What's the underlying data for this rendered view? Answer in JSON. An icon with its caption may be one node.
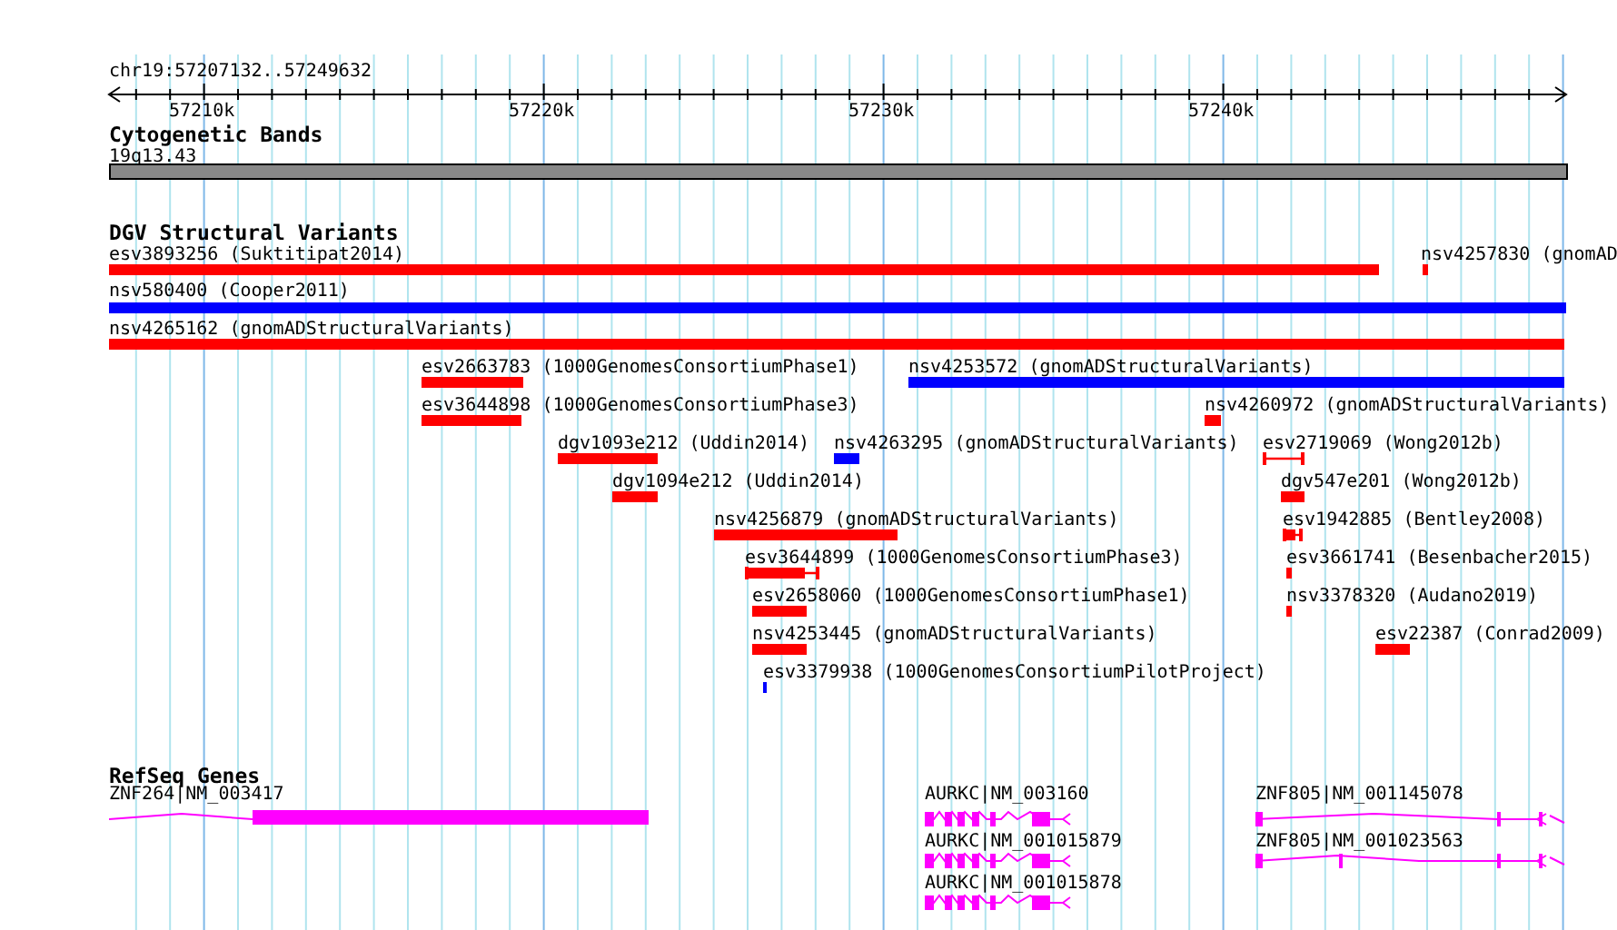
{
  "diagram": {
    "nodes": [
      {
        "text": [
          "19q13.43"
        ]
      },
      {
        "text": [
          "esv3893256 (Suktitipat2014)"
        ]
      },
      {
        "text": [
          "nsv4257830 (gnomAD"
        ]
      },
      {
        "text": [
          "nsv580400 (Cooper2011)"
        ]
      },
      {
        "text": [
          "nsv4265162 (gnomADStructuralVariants)"
        ]
      },
      {
        "text": [
          "esv2663783 (1000GenomesConsortiumPhase1)"
        ]
      },
      {
        "text": [
          "nsv4253572 (gnomADStructuralVariants)"
        ]
      },
      {
        "text": [
          "esv3644898 (1000GenomesConsortiumPhase3)"
        ]
      },
      {
        "text": [
          "nsv4260972 (gnomADStructuralVariants)"
        ]
      },
      {
        "text": [
          "dgv1093e212 (Uddin2014)"
        ]
      },
      {
        "text": [
          "nsv4263295 (gnomADStructuralVariants)"
        ]
      },
      {
        "text": [
          "esv2719069 (Wong2012b)"
        ]
      },
      {
        "text": [
          "dgv1094e212 (Uddin2014)"
        ]
      },
      {
        "text": [
          "dgv547e201 (Wong2012b)"
        ]
      },
      {
        "text": [
          "nsv4256879 (gnomADStructuralVariants)"
        ]
      },
      {
        "text": [
          "esv1942885 (Bentley2008)"
        ]
      },
      {
        "text": [
          "esv3644899 (1000GenomesConsortiumPhase3)"
        ]
      },
      {
        "text": [
          "esv3661741 (Besenbacher2015)"
        ]
      },
      {
        "text": [
          "esv2658060 (1000GenomesConsortiumPhase1)"
        ]
      },
      {
        "text": [
          "nsv3378320 (Audano2019)"
        ]
      },
      {
        "text": [
          "nsv4253445 (gnomADStructuralVariants)"
        ]
      },
      {
        "text": [
          "esv22387 (Conrad2009)"
        ]
      },
      {
        "text": [
          "esv3379938 (1000GenomesConsortiumPilotProject)"
        ]
      },
      {
        "text": [
          "ZNF264|NM_003417"
        ]
      },
      {
        "text": [
          "AURKC|NM_003160"
        ]
      },
      {
        "text": [
          "AURKC|NM_001015879"
        ]
      },
      {
        "text": [
          "AURKC|NM_001015878"
        ]
      },
      {
        "text": [
          "ZNF805|NM_001145078"
        ]
      },
      {
        "text": [
          "ZNF805|NM_001023563"
        ]
      }
    ],
    "labels": [
      "chr19:57207132..57249632",
      "57210k",
      "57220k",
      "57230k",
      "57240k",
      "Cytogenetic Bands",
      "DGV Structural Variants",
      "RefSeq Genes"
    ]
  }
}
